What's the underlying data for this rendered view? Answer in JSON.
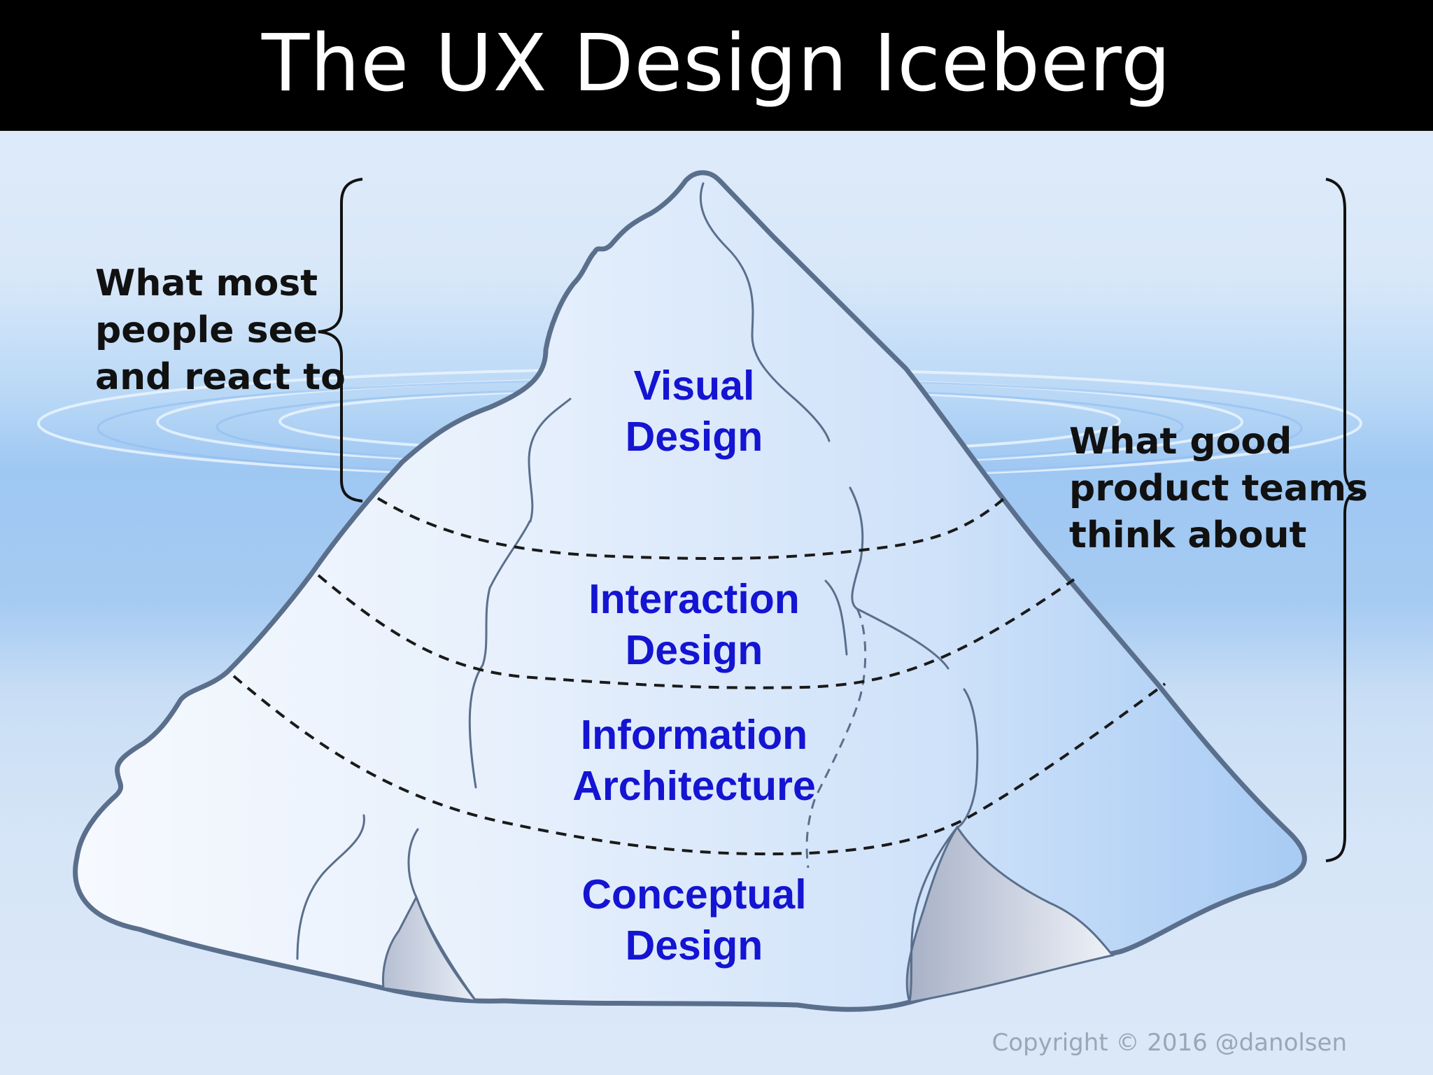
{
  "title": "The UX Design Iceberg",
  "left_label": [
    "What most",
    "people see",
    "and react to"
  ],
  "right_label": [
    "What good",
    "product teams",
    "think about"
  ],
  "layers": [
    {
      "lines": [
        "Visual",
        "Design"
      ]
    },
    {
      "lines": [
        "Interaction",
        "Design"
      ]
    },
    {
      "lines": [
        "Information",
        "Architecture"
      ]
    },
    {
      "lines": [
        "Conceptual",
        "Design"
      ]
    }
  ],
  "copyright": "Copyright © 2016 @danolsen",
  "colors": {
    "title_bar": "#000000",
    "layer_text": "#1414d2",
    "outline": "#5a6f8c",
    "water": "#a9cdf2"
  }
}
